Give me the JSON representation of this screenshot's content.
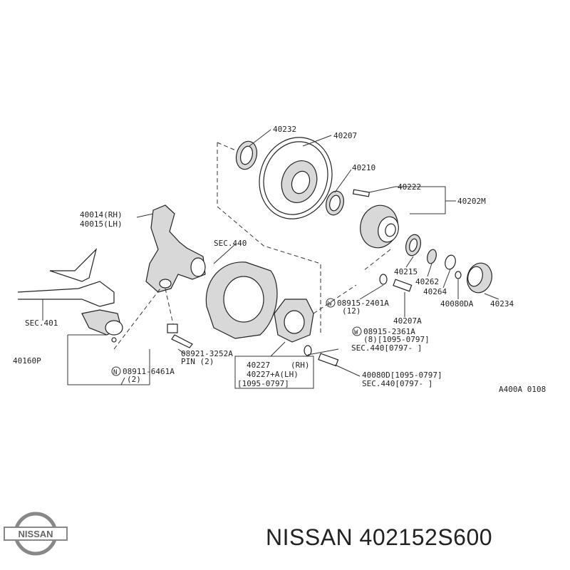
{
  "labels": {
    "p40232": "40232",
    "p40207": "40207",
    "p40210": "40210",
    "p40222": "40222",
    "p40202m": "40202M",
    "p40014": "40014(RH)",
    "p40015": "40015(LH)",
    "sec440_top": "SEC.440",
    "sec401": "SEC.401",
    "p40160p": "40160P",
    "p40215": "40215",
    "p40262": "40262",
    "p40264": "40264",
    "p40080da": "40080DA",
    "p40234": "40234",
    "w1_code": "08915-2401A",
    "w1_qty": "(12)",
    "p40207a": "40207A",
    "w2_code": "08915-2361A",
    "w2_qty": "(8)[1095-0797]",
    "w2_sec": "SEC.440[0797-      ]",
    "pin_code": "08921-3252A",
    "pin_name": "PIN (2)",
    "n_code": "08911-6461A",
    "n_qty": "(2)",
    "p40227": "40227",
    "p40227_rh": "(RH)",
    "p40227a": "40227+A(LH)",
    "p40227_dates": "[1095-0797]",
    "p40080d": "40080D[1095-0797]",
    "p40080d_sec": "SEC.440[0797-      ]",
    "ref_code": "A400A 0108",
    "w_symbol": "W",
    "n_symbol": "N"
  },
  "footer": {
    "brand_text": "NISSAN 402152S600",
    "logo_text": "NISSAN"
  }
}
